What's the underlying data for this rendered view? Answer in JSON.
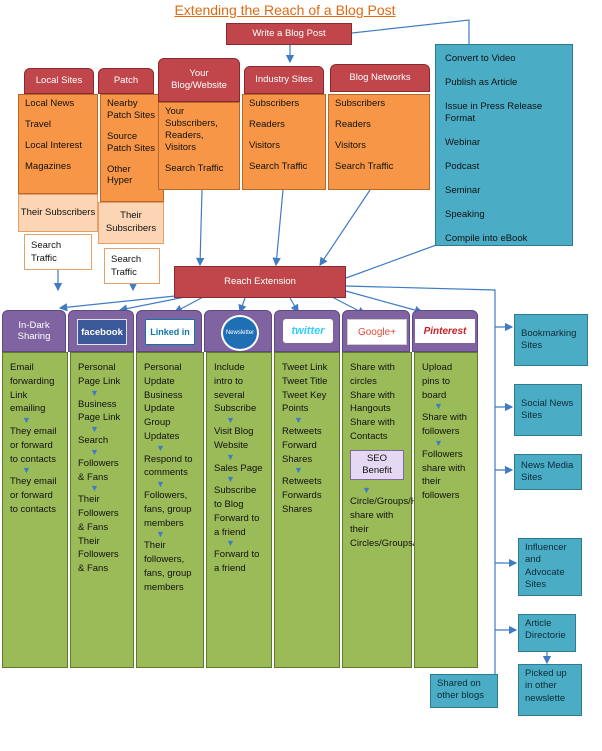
{
  "title": "Extending the Reach of a Blog Post",
  "write": "Write a Blog Post",
  "reach": "Reach Extension",
  "sources": [
    {
      "header": "Local Sites",
      "items": [
        "Local News",
        "Travel",
        "Local Interest",
        "Magazines"
      ],
      "subs": "Their Subscribers",
      "traffic": "Search Traffic"
    },
    {
      "header": "Patch",
      "items": [
        "Nearby Patch Sites",
        "Source Patch Sites",
        "Other Hyper"
      ],
      "subs": "Their Subscribers",
      "traffic": "Search Traffic"
    },
    {
      "header": "Your Blog/Website",
      "items": [
        "Your Subscribers, Readers, Visitors",
        "Search Traffic"
      ]
    },
    {
      "header": "Industry Sites",
      "items": [
        "Subscribers",
        "Readers",
        "Visitors",
        "Search Traffic"
      ]
    },
    {
      "header": "Blog Networks",
      "items": [
        "Subscribers",
        "Readers",
        "Visitors",
        "Search Traffic"
      ]
    }
  ],
  "repurpose": [
    "Convert to Video",
    "Publish as Article",
    "Issue in Press Release Format",
    "Webinar",
    "Podcast",
    "Seminar",
    "Speaking",
    "Compile into eBook"
  ],
  "channels": [
    {
      "label": "In-Dark Sharing",
      "logo_text": "",
      "color": "#8064a2"
    },
    {
      "label": "",
      "logo_text": "facebook",
      "color": "#3b5998"
    },
    {
      "label": "",
      "logo_text": "Linked in",
      "color": "#0e76a8"
    },
    {
      "label": "",
      "logo_text": "Newsletter",
      "color": "#1f6fb5"
    },
    {
      "label": "",
      "logo_text": "twitter",
      "color": "#33ccff"
    },
    {
      "label": "",
      "logo_text": "Google+",
      "color": "#dd4b39"
    },
    {
      "label": "",
      "logo_text": "Pinterest",
      "color": "#cb2027"
    }
  ],
  "columns": [
    [
      "Email forwarding Link emailing",
      "They email or forward to contacts",
      "They email or forward to contacts"
    ],
    [
      "Personal Page Link",
      "Business Page Link",
      "Search",
      "Followers & Fans",
      "Their Followers & Fans",
      "Their Followers & Fans"
    ],
    [
      "Personal Update Business Update Group Updates",
      "Respond to comments",
      "Followers, fans, group members",
      "Their followers, fans, group members"
    ],
    [
      "Include intro to several",
      "Subscribe",
      "Visit Blog Website",
      "Sales Page",
      "Subscribe to Blog",
      "Forward to a friend",
      "Forward to a friend"
    ],
    [
      "Tweet Link Tweet Title Tweet Key Points",
      "Retweets Forward Shares",
      "Retweets Forwards Shares"
    ],
    [
      "Share with circles",
      "Share with Hangouts",
      "Share with Contacts",
      "Circle/Groups/Hangouts share with their Circles/Groups/Hangouts"
    ],
    [
      "Upload pins to board",
      "Share with followers",
      "Followers share with their followers"
    ]
  ],
  "seo": "SEO Benefit",
  "side": [
    "Bookmarking Sites",
    "Social News Sites",
    "News Media Sites",
    "Influencer and Advocate Sites",
    "Article Directorie",
    "Picked up in other newslette"
  ],
  "shared": "Shared on other blogs",
  "colors": {
    "accent_title": "#e06a12",
    "red": "#c0464b",
    "orange": "#f79646",
    "teal": "#4bacc6",
    "green": "#9bbb59",
    "purple": "#8064a2",
    "arrow": "#3f7cc4"
  }
}
